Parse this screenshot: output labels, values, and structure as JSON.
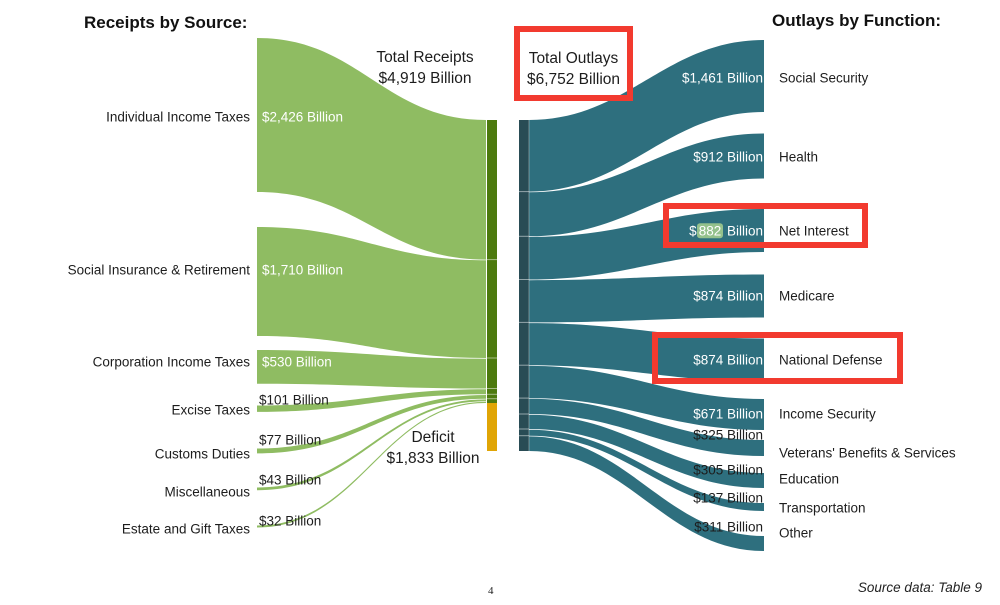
{
  "headings": {
    "left": "Receipts by Source:",
    "right": "Outlays by Function:"
  },
  "totals": {
    "receipts": {
      "line1": "Total Receipts",
      "line2": "$4,919 Billion"
    },
    "outlays": {
      "line1": "Total Outlays",
      "line2": "$6,752 Billion"
    },
    "deficit": {
      "line1": "Deficit",
      "line2": "$1,833 Billion"
    }
  },
  "receipts": [
    {
      "label": "Individual Income Taxes",
      "value": "$2,426 Billion"
    },
    {
      "label": "Social Insurance & Retirement",
      "value": "$1,710 Billion"
    },
    {
      "label": "Corporation Income Taxes",
      "value": "$530 Billion"
    },
    {
      "label": "Excise Taxes",
      "value": "$101 Billion"
    },
    {
      "label": "Customs Duties",
      "value": "$77 Billion"
    },
    {
      "label": "Miscellaneous",
      "value": "$43 Billion"
    },
    {
      "label": "Estate and Gift Taxes",
      "value": "$32 Billion"
    }
  ],
  "outlays": [
    {
      "label": "Social Security",
      "value": "$1,461 Billion"
    },
    {
      "label": "Health",
      "value": "$912 Billion"
    },
    {
      "label": "Net Interest",
      "value": "$882 Billion",
      "value_parts": {
        "pre": "$",
        "hl": "882",
        "post": " Billion"
      }
    },
    {
      "label": "Medicare",
      "value": "$874 Billion"
    },
    {
      "label": "National Defense",
      "value": "$874 Billion"
    },
    {
      "label": "Income Security",
      "value": "$671 Billion"
    },
    {
      "label": "Veterans' Benefits & Services",
      "value": "$325 Billion"
    },
    {
      "label": "Education",
      "value": "$305 Billion"
    },
    {
      "label": "Transportation",
      "value": "$137 Billion"
    },
    {
      "label": "Other",
      "value": "$311 Billion"
    }
  ],
  "footer": {
    "page_number": "4",
    "source_note": "Source data: Table 9"
  },
  "colors": {
    "flow_green": "#8fbc62",
    "bar_green": "#4d7a0e",
    "bar_gold": "#e0a506",
    "flow_teal": "#2e6f7e",
    "bar_teal": "#294c55",
    "annotation_red": "#f23a2f",
    "highlight_green": "#94c18c"
  },
  "chart_data": {
    "type": "sankey",
    "title": "",
    "unit": "USD Billions",
    "left_heading": "Receipts by Source:",
    "right_heading": "Outlays by Function:",
    "total_receipts": 4919,
    "total_outlays": 6752,
    "deficit": 1833,
    "receipts_by_source": [
      {
        "name": "Individual Income Taxes",
        "value": 2426
      },
      {
        "name": "Social Insurance & Retirement",
        "value": 1710
      },
      {
        "name": "Corporation Income Taxes",
        "value": 530
      },
      {
        "name": "Excise Taxes",
        "value": 101
      },
      {
        "name": "Customs Duties",
        "value": 77
      },
      {
        "name": "Miscellaneous",
        "value": 43
      },
      {
        "name": "Estate and Gift Taxes",
        "value": 32
      }
    ],
    "outlays_by_function": [
      {
        "name": "Social Security",
        "value": 1461
      },
      {
        "name": "Health",
        "value": 912
      },
      {
        "name": "Net Interest",
        "value": 882,
        "highlighted": true
      },
      {
        "name": "Medicare",
        "value": 874
      },
      {
        "name": "National Defense",
        "value": 874
      },
      {
        "name": "Income Security",
        "value": 671
      },
      {
        "name": "Veterans' Benefits & Services",
        "value": 325
      },
      {
        "name": "Education",
        "value": 305
      },
      {
        "name": "Transportation",
        "value": 137
      },
      {
        "name": "Other",
        "value": 311
      }
    ],
    "annotations": [
      "red box around Total Outlays total",
      "red box around Net Interest row",
      "red box around National Defense row",
      "green highlight on the digits 882"
    ],
    "source": "Source data: Table 9",
    "page": 4
  }
}
